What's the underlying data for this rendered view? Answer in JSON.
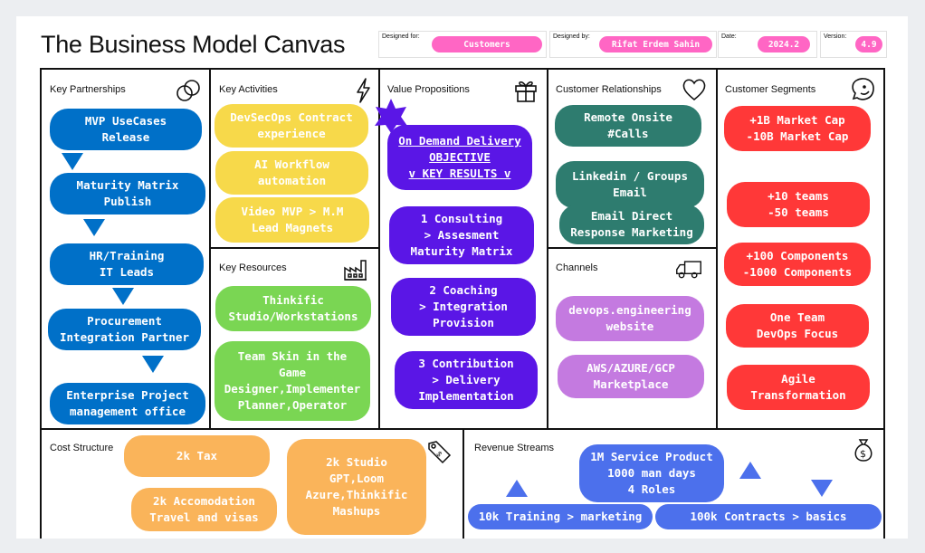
{
  "header": {
    "title": "The Business Model Canvas",
    "designed_for_label": "Designed for:",
    "designed_for_value": "Customers",
    "designed_by_label": "Designed by:",
    "designed_by_value": "Rifat Erdem Sahin",
    "date_label": "Date:",
    "date_value": "2024.2",
    "version_label": "Version:",
    "version_value": "4.9"
  },
  "colors": {
    "pink": "#ff66c4",
    "blue": "#0070c8",
    "yellow": "#f7d94a",
    "green": "#7ad653",
    "purple": "#5a16e6",
    "teal": "#2e7c6f",
    "violet": "#c47ae0",
    "red": "#ff3838",
    "orange": "#fab45a",
    "revenue_blue": "#4c70ec"
  },
  "sections": {
    "key_partnerships": {
      "title": "Key Partnerships",
      "icon": "link-icon",
      "items": [
        "MVP UseCases\nRelease",
        "Maturity Matrix\nPublish",
        "HR/Training\nIT Leads",
        "Procurement\nIntegration Partner",
        "Enterprise Project\nmanagement office"
      ]
    },
    "key_activities": {
      "title": "Key Activities",
      "icon": "lightning-icon",
      "items": [
        "DevSecOps Contract\nexperience",
        "AI Workflow\nautomation",
        "Video MVP > M.M\nLead Magnets"
      ]
    },
    "key_resources": {
      "title": "Key Resources",
      "icon": "factory-icon",
      "items": [
        "Thinkific\nStudio/Workstations",
        "Team Skin in the\nGame\nDesigner,Implementer\nPlanner,Operator"
      ]
    },
    "value_propositions": {
      "title": "Value Propositions",
      "icon": "gift-icon",
      "objective": [
        "On Demand Delivery",
        "OBJECTIVE",
        "v KEY RESULTS v"
      ],
      "items": [
        "1 Consulting\n> Assesment\nMaturity Matrix",
        "2 Coaching\n> Integration\nProvision",
        "3 Contribution\n> Delivery\nImplementation"
      ]
    },
    "customer_relationships": {
      "title": "Customer Relationships",
      "icon": "heart-icon",
      "items": [
        "Remote Onsite\n#Calls",
        "Linkedin / Groups\nEmail",
        "Email Direct\nResponse Marketing"
      ]
    },
    "channels": {
      "title": "Channels",
      "icon": "truck-icon",
      "items": [
        "devops.engineering\nwebsite",
        "AWS/AZURE/GCP\nMarketplace"
      ]
    },
    "customer_segments": {
      "title": "Customer Segments",
      "icon": "face-icon",
      "items": [
        "+1B  Market Cap\n-10B Market Cap",
        "+10 teams\n-50 teams",
        "+100 Components\n-1000 Components",
        "One Team\nDevOps Focus",
        "Agile\nTransformation"
      ]
    },
    "cost_structure": {
      "title": "Cost Structure",
      "icon": "tag-icon",
      "items": [
        "2k Tax",
        "2k Accomodation\nTravel and visas",
        "2k Studio\nGPT,Loom\nAzure,Thinkific\nMashups"
      ]
    },
    "revenue_streams": {
      "title": "Revenue Streams",
      "icon": "money-bag-icon",
      "items": [
        "1M Service Product\n1000 man days\n4 Roles",
        "10k Training > marketing",
        "100k Contracts > basics"
      ]
    }
  }
}
